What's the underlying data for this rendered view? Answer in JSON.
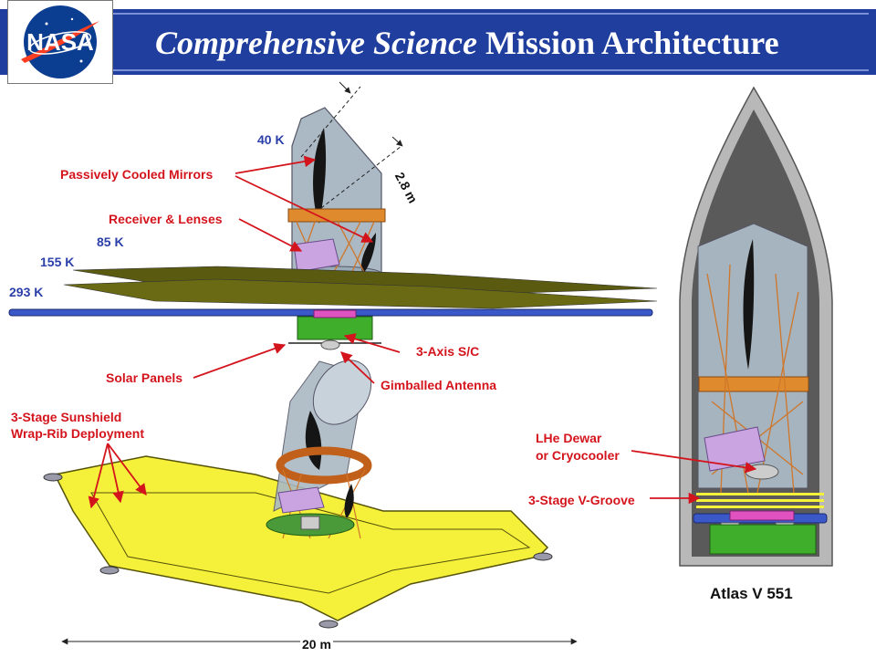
{
  "header": {
    "logo_text": "NASA",
    "title_italic": "Comprehensive Science",
    "title_rest": " Mission Architecture"
  },
  "labels": {
    "temp_40k": "40 K",
    "temp_85k": "85 K",
    "temp_155k": "155 K",
    "temp_293k": "293 K",
    "mirrors": "Passively Cooled Mirrors",
    "receiver": "Receiver & Lenses",
    "dim_28m": "2.8 m",
    "three_axis": "3-Axis S/C",
    "solar": "Solar Panels",
    "gimballed": "Gimballed Antenna",
    "sunshield_1": "3-Stage Sunshield",
    "sunshield_2": "Wrap-Rib Deployment",
    "lhe_1": "LHe Dewar",
    "lhe_2": "or Cryocooler",
    "vgroove": "3-Stage V-Groove",
    "atlas": "Atlas V 551",
    "dim_20m": "20 m"
  },
  "colors": {
    "header_blue": "#1f3e9e",
    "label_red": "#d4141c",
    "label_blue": "#2b3fa8",
    "shield_yellow": "#f5f03a",
    "shield_olive": "#5a5a10",
    "truss_orange": "#e08a2e",
    "bus_green": "#3fae2b",
    "fairing_gray": "#b8b8b8"
  }
}
